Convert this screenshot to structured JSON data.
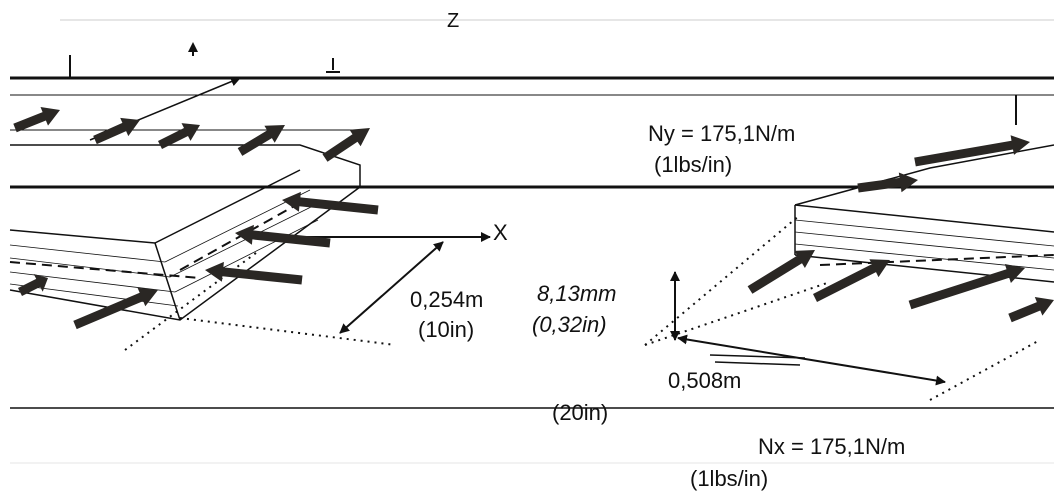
{
  "labels": {
    "axis_z": "Z",
    "axis_x": "X",
    "length_m": "0,254m",
    "length_in": "(10in)",
    "thickness_mm": "8,13mm",
    "thickness_in": "(0,32in)",
    "width_m": "0,508m",
    "width_in": "(20in)",
    "ny_top": "Ny = 175,1N/m",
    "ny_top_in": "(1lbs/in)",
    "nx_bottom": "Nx = 175,1N/m",
    "nx_bottom_in": "(1lbs/in)"
  },
  "colors": {
    "ink": "#111111",
    "arrow": "#2a2724",
    "background": "#ffffff"
  }
}
